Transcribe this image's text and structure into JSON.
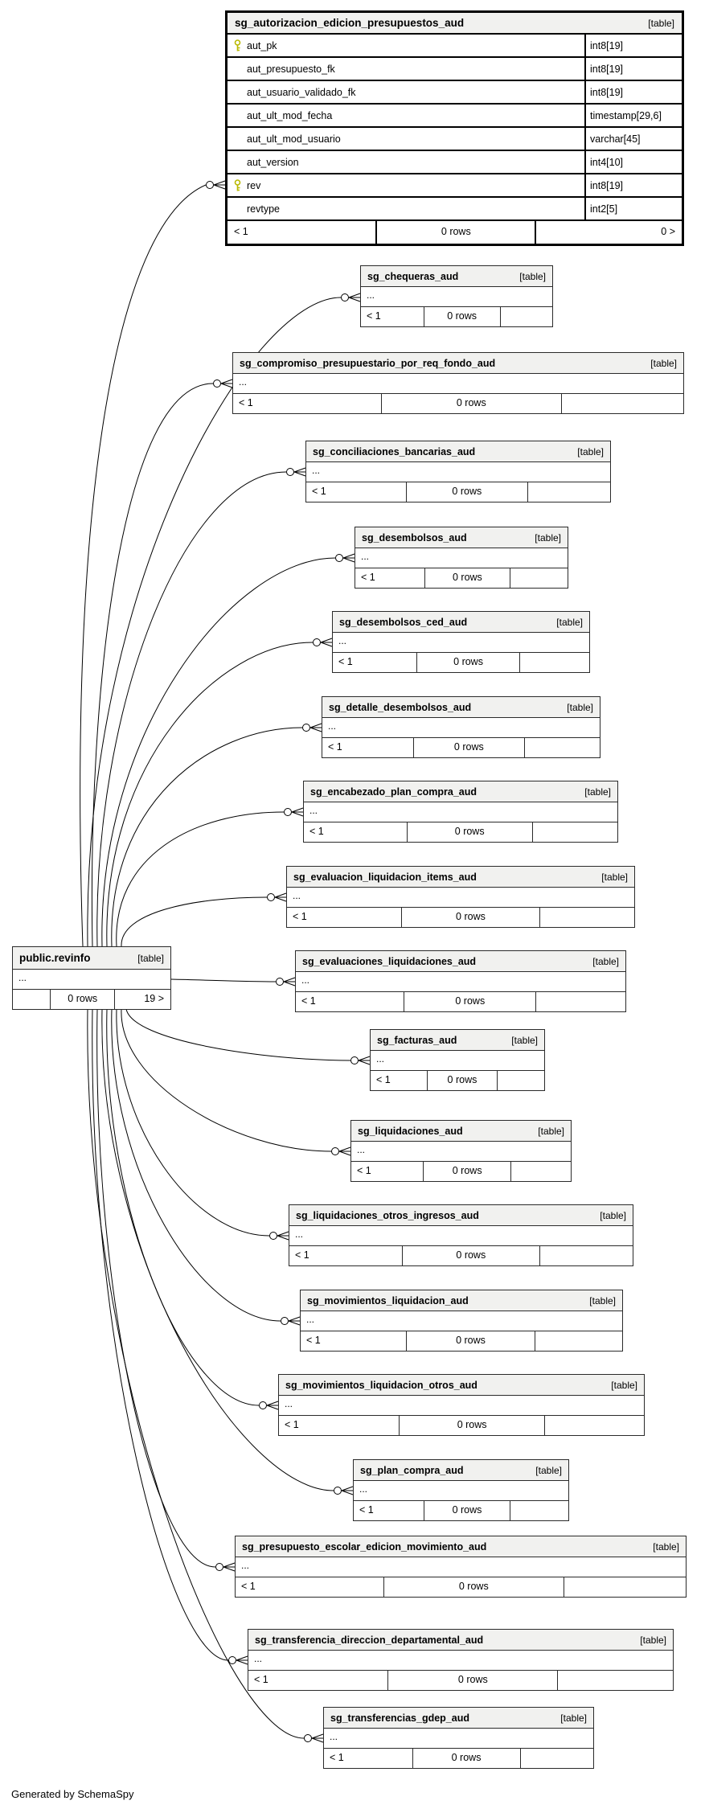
{
  "note": "Generated by SchemaSpy",
  "main": {
    "name": "sg_autorizacion_edicion_presupuestos_aud",
    "tag": "[table]",
    "columns": [
      {
        "name": "aut_pk",
        "type": "int8[19]",
        "pk": true
      },
      {
        "name": "aut_presupuesto_fk",
        "type": "int8[19]",
        "pk": false
      },
      {
        "name": "aut_usuario_validado_fk",
        "type": "int8[19]",
        "pk": false
      },
      {
        "name": "aut_ult_mod_fecha",
        "type": "timestamp[29,6]",
        "pk": false
      },
      {
        "name": "aut_ult_mod_usuario",
        "type": "varchar[45]",
        "pk": false
      },
      {
        "name": "aut_version",
        "type": "int4[10]",
        "pk": false
      },
      {
        "name": "rev",
        "type": "int8[19]",
        "pk": true
      },
      {
        "name": "revtype",
        "type": "int2[5]",
        "pk": false
      }
    ],
    "foot": [
      "< 1",
      "0 rows",
      "0 >"
    ]
  },
  "revinfo": {
    "name": "public.revinfo",
    "tag": "[table]",
    "dots": "...",
    "foot": [
      "",
      "0 rows",
      "19 >"
    ]
  },
  "related": [
    {
      "name": "sg_chequeras_aud",
      "tag": "[table]",
      "dots": "...",
      "foot": [
        "< 1",
        "0 rows",
        ""
      ]
    },
    {
      "name": "sg_compromiso_presupuestario_por_req_fondo_aud",
      "tag": "[table]",
      "dots": "...",
      "foot": [
        "< 1",
        "0 rows",
        ""
      ]
    },
    {
      "name": "sg_conciliaciones_bancarias_aud",
      "tag": "[table]",
      "dots": "...",
      "foot": [
        "< 1",
        "0 rows",
        ""
      ]
    },
    {
      "name": "sg_desembolsos_aud",
      "tag": "[table]",
      "dots": "...",
      "foot": [
        "< 1",
        "0 rows",
        ""
      ]
    },
    {
      "name": "sg_desembolsos_ced_aud",
      "tag": "[table]",
      "dots": "...",
      "foot": [
        "< 1",
        "0 rows",
        ""
      ]
    },
    {
      "name": "sg_detalle_desembolsos_aud",
      "tag": "[table]",
      "dots": "...",
      "foot": [
        "< 1",
        "0 rows",
        ""
      ]
    },
    {
      "name": "sg_encabezado_plan_compra_aud",
      "tag": "[table]",
      "dots": "...",
      "foot": [
        "< 1",
        "0 rows",
        ""
      ]
    },
    {
      "name": "sg_evaluacion_liquidacion_items_aud",
      "tag": "[table]",
      "dots": "...",
      "foot": [
        "< 1",
        "0 rows",
        ""
      ]
    },
    {
      "name": "sg_evaluaciones_liquidaciones_aud",
      "tag": "[table]",
      "dots": "...",
      "foot": [
        "< 1",
        "0 rows",
        ""
      ]
    },
    {
      "name": "sg_facturas_aud",
      "tag": "[table]",
      "dots": "...",
      "foot": [
        "< 1",
        "0 rows",
        ""
      ]
    },
    {
      "name": "sg_liquidaciones_aud",
      "tag": "[table]",
      "dots": "...",
      "foot": [
        "< 1",
        "0 rows",
        ""
      ]
    },
    {
      "name": "sg_liquidaciones_otros_ingresos_aud",
      "tag": "[table]",
      "dots": "...",
      "foot": [
        "< 1",
        "0 rows",
        ""
      ]
    },
    {
      "name": "sg_movimientos_liquidacion_aud",
      "tag": "[table]",
      "dots": "...",
      "foot": [
        "< 1",
        "0 rows",
        ""
      ]
    },
    {
      "name": "sg_movimientos_liquidacion_otros_aud",
      "tag": "[table]",
      "dots": "...",
      "foot": [
        "< 1",
        "0 rows",
        ""
      ]
    },
    {
      "name": "sg_plan_compra_aud",
      "tag": "[table]",
      "dots": "...",
      "foot": [
        "< 1",
        "0 rows",
        ""
      ]
    },
    {
      "name": "sg_presupuesto_escolar_edicion_movimiento_aud",
      "tag": "[table]",
      "dots": "...",
      "foot": [
        "< 1",
        "0 rows",
        ""
      ]
    },
    {
      "name": "sg_transferencia_direccion_departamental_aud",
      "tag": "[table]",
      "dots": "...",
      "foot": [
        "< 1",
        "0 rows",
        ""
      ]
    },
    {
      "name": "sg_transferencias_gdep_aud",
      "tag": "[table]",
      "dots": "...",
      "foot": [
        "< 1",
        "0 rows",
        ""
      ]
    }
  ]
}
